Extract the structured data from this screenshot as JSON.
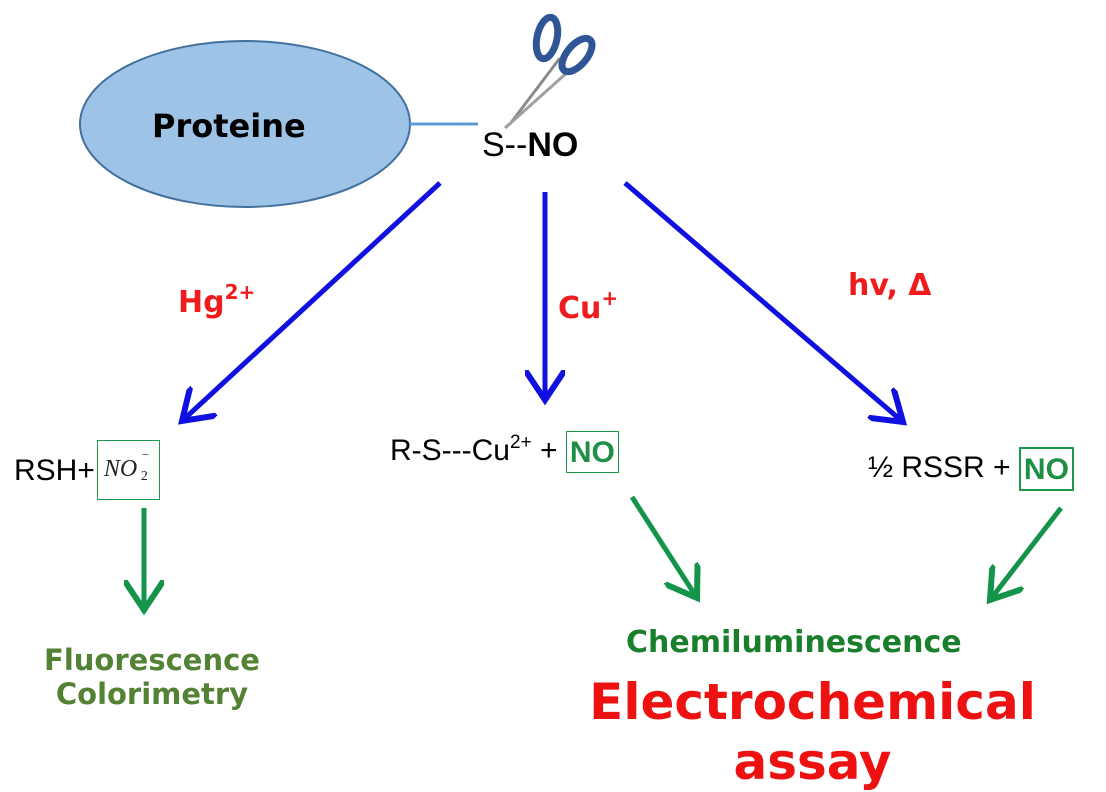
{
  "protein": {
    "label": "Proteine"
  },
  "sno": {
    "sulfur": "S--",
    "no": "NO"
  },
  "reagents": {
    "hg": {
      "base": "Hg",
      "charge": "2+"
    },
    "cu": {
      "base": "Cu",
      "charge": "+"
    },
    "hv": {
      "label": "hv, Δ"
    }
  },
  "products": {
    "left": {
      "prefix": "RSH+",
      "nitrite_base": "NO",
      "nitrite_sub": "2",
      "nitrite_charge": "−"
    },
    "middle": {
      "prefix": "R-S---Cu",
      "charge": "2+",
      "suffix": " + ",
      "no": "NO"
    },
    "right": {
      "prefix": "½ RSSR + ",
      "no": "NO"
    }
  },
  "methods": {
    "fluorescence": "Fluorescence",
    "colorimetry": "Colorimetry",
    "chemiluminescence": "Chemiluminescence",
    "electrochemical": "Electrochemical assay"
  },
  "colors": {
    "protein_fill": "#9dc3e6",
    "protein_stroke": "#41719c",
    "reaction_arrow": "#1010e0",
    "detection_arrow": "#14944a",
    "reagent_text": "#ee1c1c",
    "box_green": "#1e9a4a",
    "method_green": "#548235",
    "chemi_green": "#1a7f2c",
    "electro_red": "#ee1111"
  },
  "icons": {
    "cleavage": "scissors-icon"
  }
}
